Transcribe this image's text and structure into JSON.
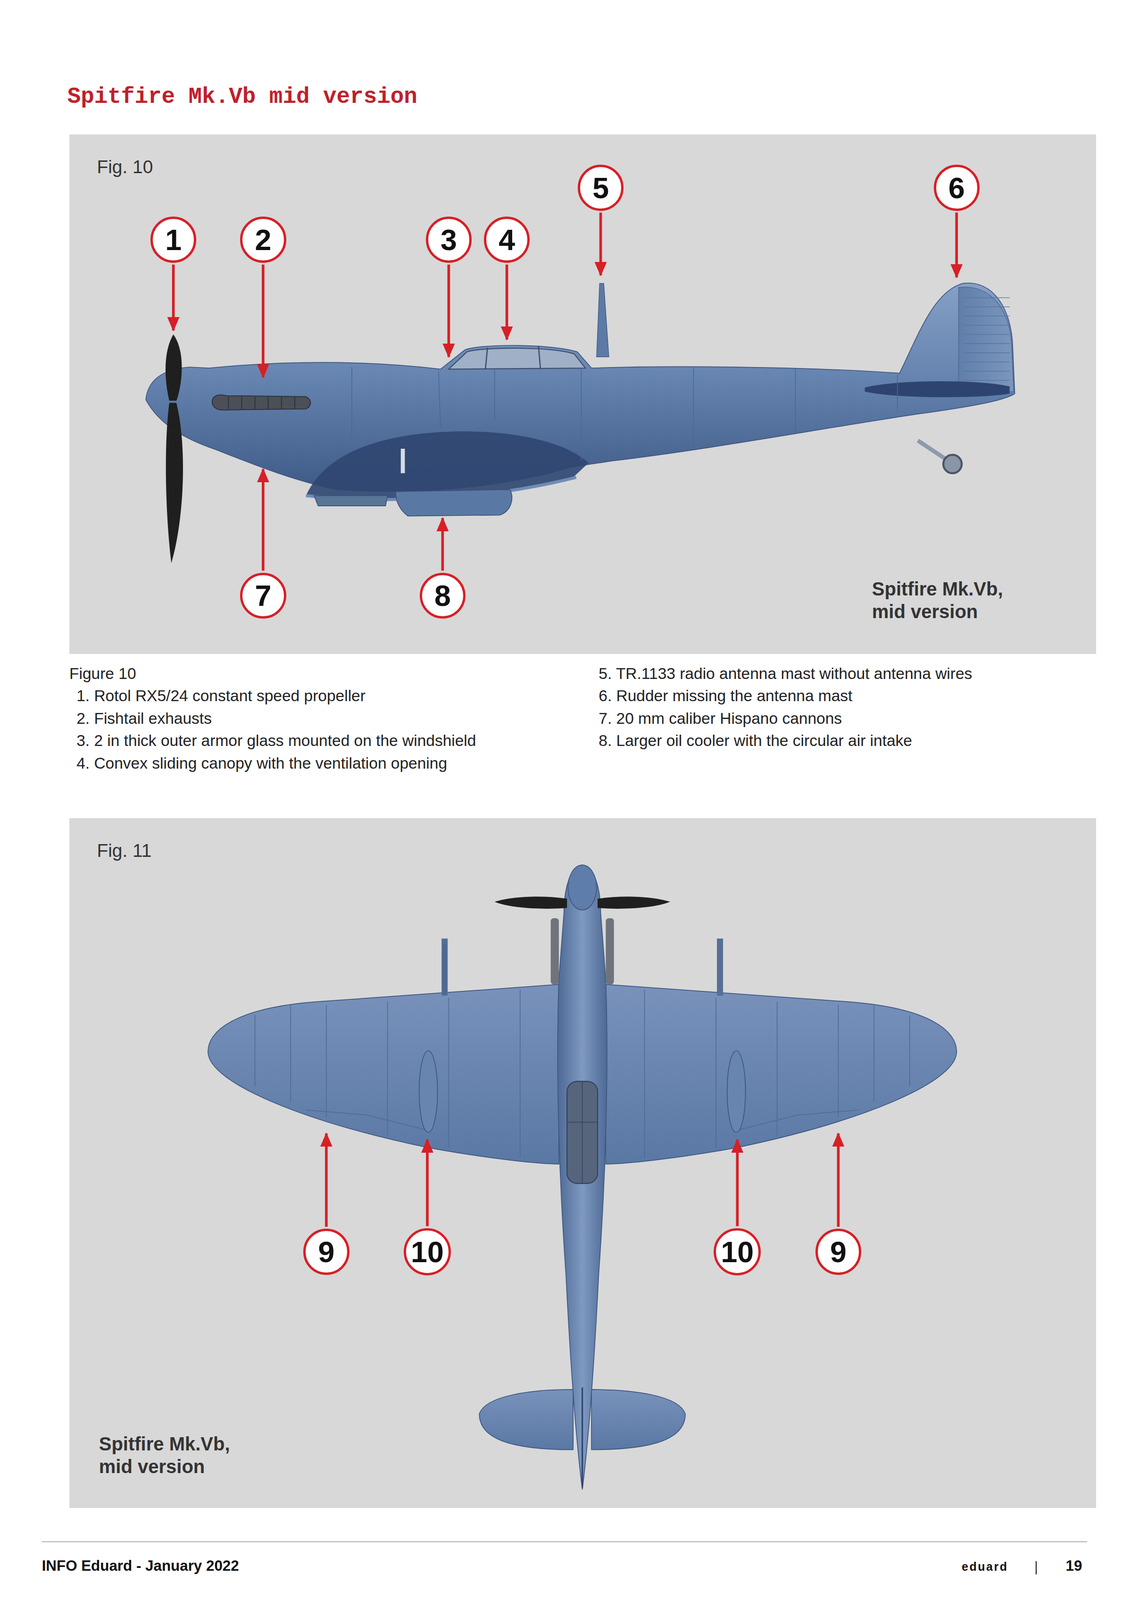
{
  "diagram": {
    "title": "Spitfire Mk.Vb mid version",
    "nodes": [
      {
        "text": [
          "Fig. 10",
          "Spitfire Mk.Vb, mid version"
        ]
      },
      {
        "text": [
          "1"
        ],
        "in": 0
      },
      {
        "text": [
          "2"
        ],
        "in": 0
      },
      {
        "text": [
          "3"
        ],
        "in": 0
      },
      {
        "text": [
          "4"
        ],
        "in": 0
      },
      {
        "text": [
          "5"
        ],
        "in": 0
      },
      {
        "text": [
          "6"
        ],
        "in": 0
      },
      {
        "text": [
          "7"
        ],
        "in": 0
      },
      {
        "text": [
          "8"
        ],
        "in": 0
      },
      {
        "text": [
          "Fig. 11",
          "Spitfire Mk.Vb, mid version"
        ]
      },
      {
        "text": [
          "9"
        ],
        "in": 9
      },
      {
        "text": [
          "10"
        ],
        "in": 9
      },
      {
        "text": [
          "10"
        ],
        "in": 9
      },
      {
        "text": [
          "9"
        ],
        "in": 9
      }
    ],
    "labels": [
      "Figure 10",
      "1. Rotol RX5/24 constant speed propeller",
      "2. Fishtail exhausts",
      "3. 2 in thick outer armor glass mounted on the windshield",
      "4. Convex sliding canopy with the ventilation opening",
      "5. TR.1133 radio antenna mast without antenna wires",
      "6. Rudder missing the antenna mast",
      "7. 20 mm caliber Hispano cannons",
      "8. Larger oil cooler with the circular air intake",
      "INFO Eduard - January 2022",
      "eduard",
      "19"
    ]
  }
}
